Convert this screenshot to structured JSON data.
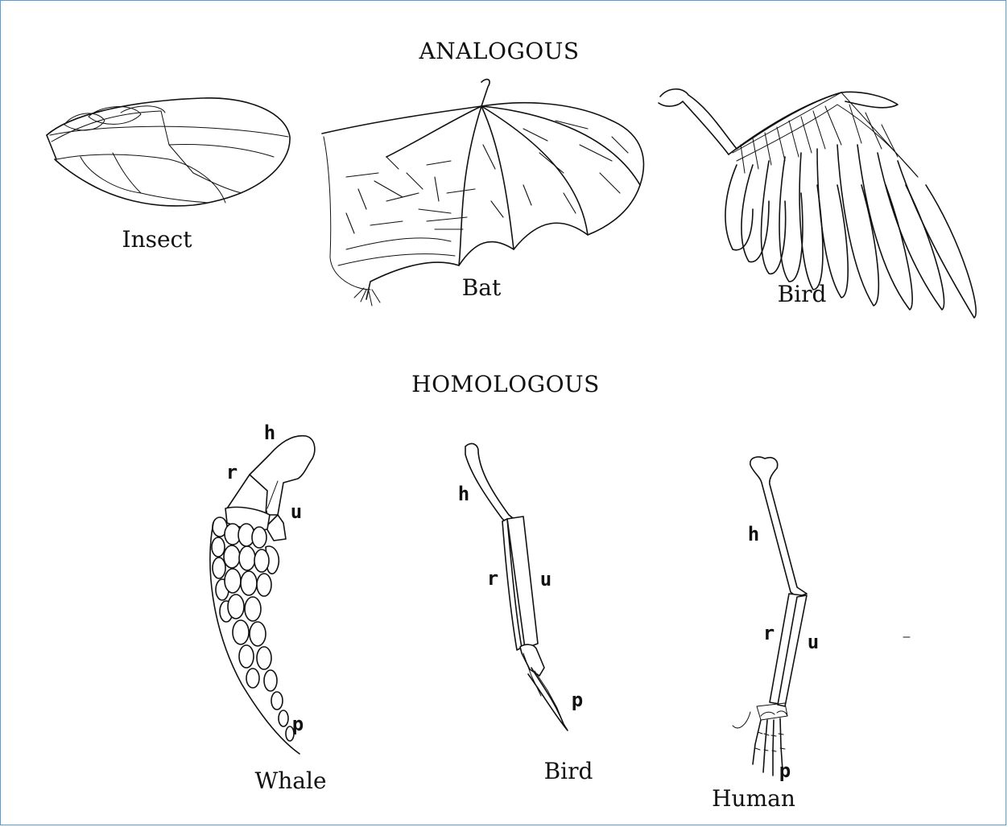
{
  "sections": {
    "analogous": {
      "title": "ANALOGOUS",
      "labels": {
        "insect": "Insect",
        "bat": "Bat",
        "bird": "Bird"
      }
    },
    "homologous": {
      "title": "HOMOLOGOUS",
      "labels": {
        "whale": "Whale",
        "bird": "Bird",
        "human": "Human"
      },
      "bones": {
        "h": "h",
        "r": "r",
        "u": "u",
        "p": "p"
      }
    }
  },
  "colors": {
    "frame": "#5b9bd5",
    "ink": "#111111",
    "background": "#ffffff"
  }
}
